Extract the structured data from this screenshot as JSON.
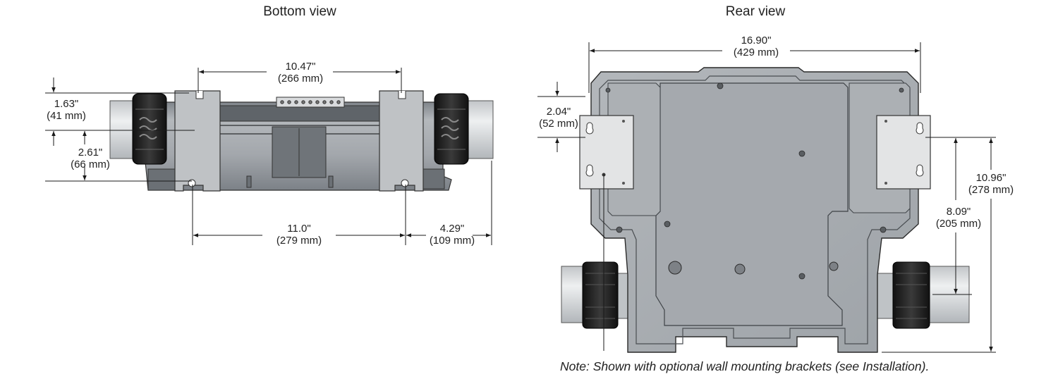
{
  "titles": {
    "bottom": "Bottom view",
    "rear": "Rear view"
  },
  "bottom_dims": {
    "width_top": {
      "in": "10.47\"",
      "mm": "(266 mm)"
    },
    "height_a": {
      "in": "1.63\"",
      "mm": "(41 mm)"
    },
    "height_b": {
      "in": "2.61\"",
      "mm": "(66 mm)"
    },
    "width_bottom": {
      "in": "11.0\"",
      "mm": "(279 mm)"
    },
    "offset": {
      "in": "4.29\"",
      "mm": "(109 mm)"
    }
  },
  "rear_dims": {
    "width": {
      "in": "16.90\"",
      "mm": "(429 mm)"
    },
    "bracket_h": {
      "in": "2.04\"",
      "mm": "(52 mm)"
    },
    "height_total": {
      "in": "10.96\"",
      "mm": "(278 mm)"
    },
    "height_pipe": {
      "in": "8.09\"",
      "mm": "(205 mm)"
    }
  },
  "note": "Note: Shown with optional wall mounting brackets (see Installation).",
  "colors": {
    "body": "#a9adb2",
    "body_dark": "#8e9398",
    "pipe": "#d4d6d8",
    "union": "#1e1e1e",
    "bracket": "#e2e3e4",
    "line": "#1a1a1a"
  }
}
